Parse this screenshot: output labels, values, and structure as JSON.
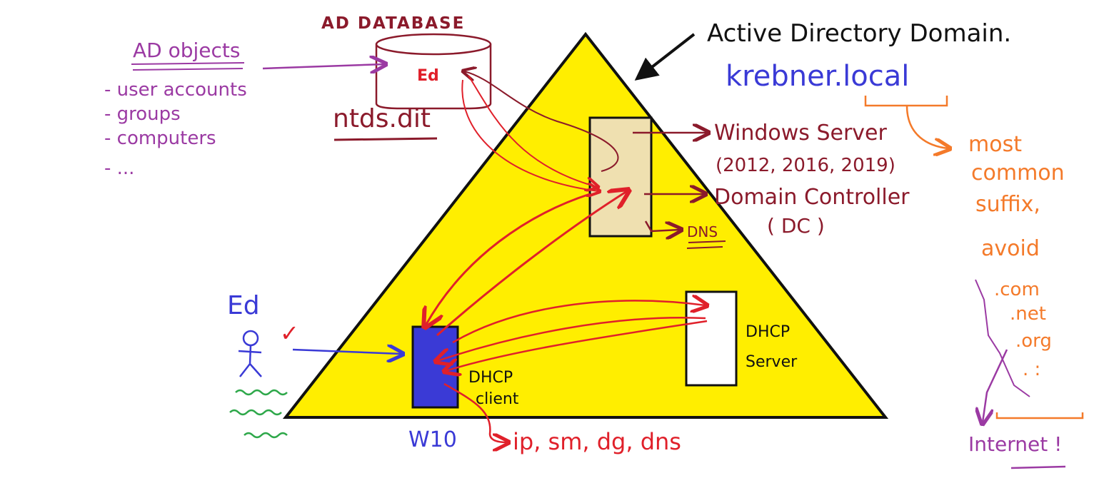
{
  "colors": {
    "triangle": "#ffee00",
    "dark_red": "#8b1a2b",
    "red": "#e0202a",
    "purple": "#9b3aa3",
    "blue": "#3a3ad6",
    "orange": "#f47a2a",
    "server_box": "#efe0b0",
    "client_box": "#3a3ad6"
  },
  "database": {
    "title": "AD DATABASE",
    "icon_text": "Ed",
    "file": "ntds.dit"
  },
  "ad_objects": {
    "title": "AD objects",
    "items": [
      "- user accounts",
      "- groups",
      "- computers",
      "- ..."
    ]
  },
  "domain": {
    "title": "Active Directory Domain.",
    "name": "krebner.local"
  },
  "suffix_note": {
    "lines": [
      "most",
      "common",
      "suffix,",
      "avoid"
    ],
    "avoid_list": [
      ".com",
      ".net",
      ".org",
      ". :"
    ],
    "internet": "Internet !"
  },
  "server": {
    "os_label": "Windows Server",
    "versions": "(2012, 2016, 2019)",
    "role": "Domain Controller",
    "role_abbr": "( DC )",
    "dns": "DNS"
  },
  "dhcp_server": {
    "line1": "DHCP",
    "line2": "Server"
  },
  "client": {
    "line1": "DHCP",
    "line2": "client",
    "os": "W10",
    "settings": "ip, sm, dg, dns"
  },
  "user": {
    "name": "Ed",
    "check": "✓"
  }
}
